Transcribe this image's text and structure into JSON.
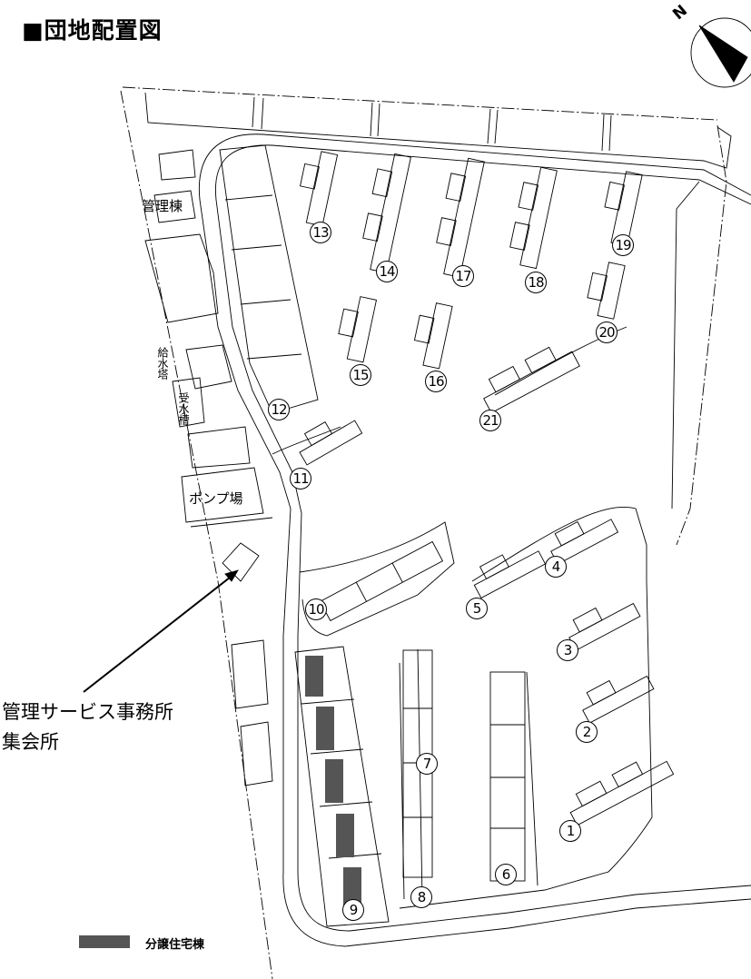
{
  "title": "■団地配置図",
  "compass": {
    "label": "N"
  },
  "facilities": {
    "management_building": "管理棟",
    "water_tower": "給水塔",
    "water_tank": "受水槽",
    "pump_house": "ポンプ場",
    "office_line1": "管理サービス事務所",
    "office_line2": "集会所"
  },
  "legend": {
    "label": "分譲住宅棟",
    "color": "#555555"
  },
  "buildings": [
    "1",
    "2",
    "3",
    "4",
    "5",
    "6",
    "7",
    "8",
    "9",
    "10",
    "11",
    "12",
    "13",
    "14",
    "15",
    "16",
    "17",
    "18",
    "19",
    "20",
    "21"
  ]
}
